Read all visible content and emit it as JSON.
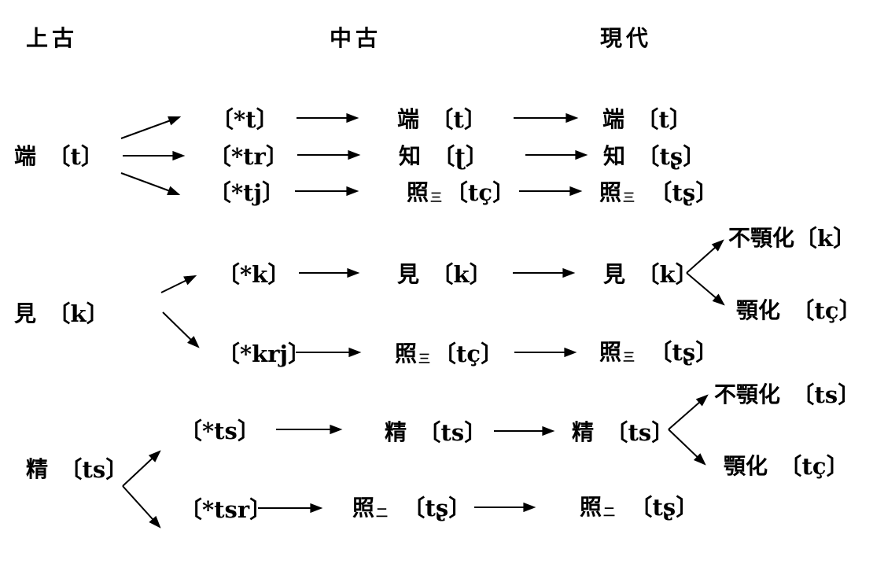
{
  "headers": {
    "old": "上古",
    "middle": "中古",
    "modern": "現代"
  },
  "group1": {
    "source": {
      "hanzi": "端",
      "sub": "",
      "ipa": "　〔t〕"
    },
    "old": [
      "〔*t〕",
      "〔*tr〕",
      "〔*tj〕"
    ],
    "middle": [
      {
        "hanzi": "端",
        "sub": "",
        "ipa": "　〔t〕"
      },
      {
        "hanzi": "知",
        "sub": "",
        "ipa": "　〔ʈ〕"
      },
      {
        "hanzi": "照",
        "sub": "三",
        "ipa": "〔tç〕"
      }
    ],
    "modern": [
      {
        "hanzi": "端",
        "sub": "",
        "ipa": "　〔t〕"
      },
      {
        "hanzi": "知",
        "sub": "",
        "ipa": "　〔tʂ〕"
      },
      {
        "hanzi": "照",
        "sub": "三",
        "ipa": "　〔tʂ〕"
      }
    ]
  },
  "group2": {
    "source": {
      "hanzi": "見",
      "sub": "",
      "ipa": "　〔k〕"
    },
    "old": [
      "〔*k〕",
      "〔*krj〕"
    ],
    "middle": [
      {
        "hanzi": "見",
        "sub": "",
        "ipa": "　〔k〕"
      },
      {
        "hanzi": "照",
        "sub": "三",
        "ipa": "〔tç〕"
      }
    ],
    "modern": [
      {
        "hanzi": "見",
        "sub": "",
        "ipa": "　〔k〕"
      },
      {
        "hanzi": "照",
        "sub": "三",
        "ipa": "　〔tʂ〕"
      }
    ],
    "branches": [
      {
        "label": "不顎化",
        "ipa": "〔k〕"
      },
      {
        "label": "顎化",
        "ipa": "　〔tç〕"
      }
    ]
  },
  "group3": {
    "source": {
      "hanzi": "精",
      "sub": "",
      "ipa": "　〔ts〕"
    },
    "old": [
      "〔*ts〕",
      "〔*tsr〕"
    ],
    "middle": [
      {
        "hanzi": "精",
        "sub": "",
        "ipa": "　〔ts〕"
      },
      {
        "hanzi": "照",
        "sub": "二",
        "ipa": "　〔tʂ〕"
      }
    ],
    "modern": [
      {
        "hanzi": "精",
        "sub": "",
        "ipa": "　〔ts〕"
      },
      {
        "hanzi": "照",
        "sub": "二",
        "ipa": "　〔tʂ〕"
      }
    ],
    "branches": [
      {
        "label": "不顎化",
        "ipa": "　〔ts〕"
      },
      {
        "label": "顎化",
        "ipa": "　〔tç〕"
      }
    ]
  }
}
